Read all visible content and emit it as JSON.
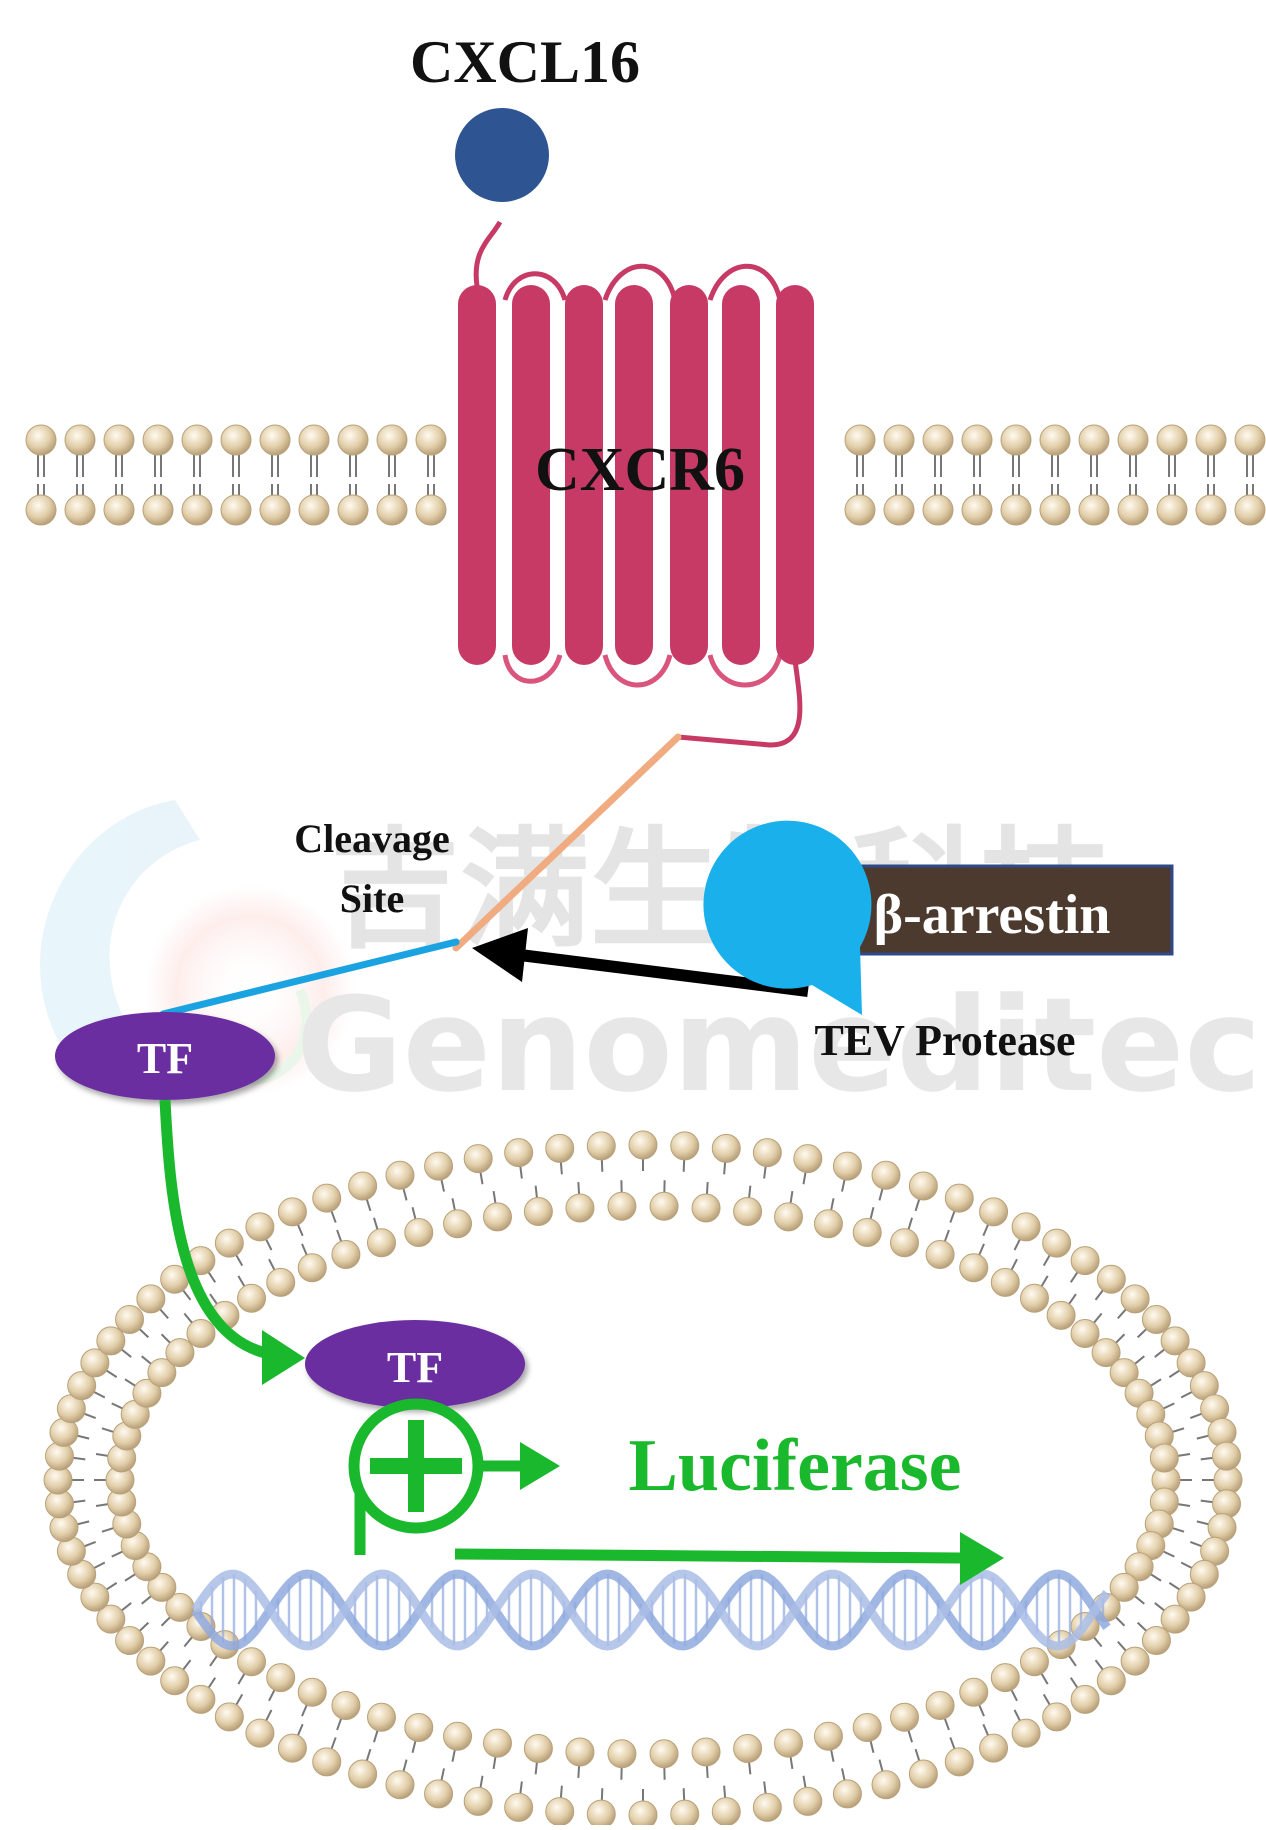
{
  "labels": {
    "ligand": "CXCL16",
    "receptor": "CXCR6",
    "cleavage_line1": "Cleavage",
    "cleavage_line2": "Site",
    "arrestin": "β-arrestin",
    "protease": "TEV Protease",
    "tf_cytoplasm": "TF",
    "tf_nucleus": "TF",
    "reporter": "Luciferase"
  },
  "watermark": {
    "chinese": "吉满生物科技",
    "english": "Genomeditech"
  },
  "colors": {
    "ligand": "#2e5592",
    "receptor": "#c73a66",
    "receptor_loop": "#c73a66",
    "linker": "#f0ac80",
    "tf_tether": "#1aa3e0",
    "tf": "#6a2fa0",
    "arrestin_box": "#4d3a2e",
    "arrestin_border": "#2f4a8a",
    "protease": "#1ab0ec",
    "lipid_head": "#dcc7a0",
    "lipid_head_edge": "#b9a27a",
    "lipid_tail": "#777777",
    "reporter": "#1ab82c",
    "dna": "#8fa9de",
    "arrow": "#000000",
    "watermark": "#e4e4e4"
  }
}
